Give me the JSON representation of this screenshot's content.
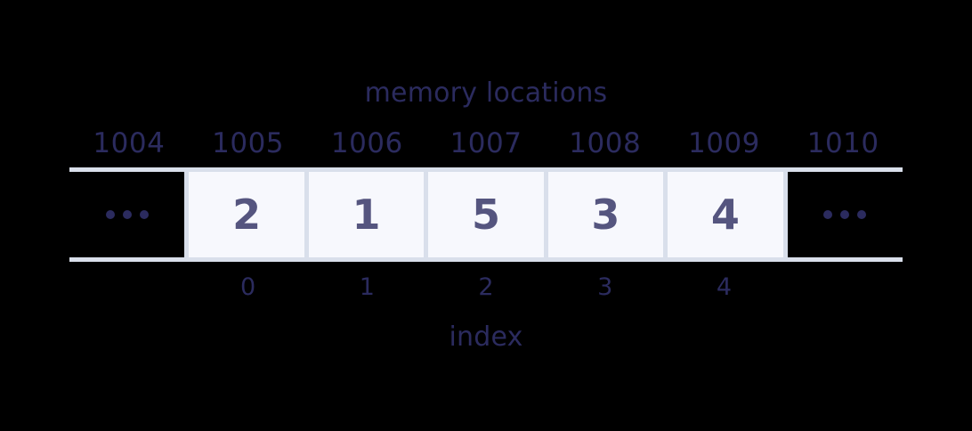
{
  "captions": {
    "top": "memory locations",
    "bottom": "index"
  },
  "colors": {
    "background": "#000000",
    "cell_fill": "#f7f8fd",
    "cell_border": "#d9dfeb",
    "value_text": "#55557f",
    "label_text": "#2b2b5e",
    "dot": "#2b2b5e"
  },
  "chart_data": {
    "type": "table",
    "title": "memory locations",
    "xlabel": "index",
    "columns": [
      {
        "address": "1004",
        "value": "…",
        "index": "",
        "kind": "ellipsis"
      },
      {
        "address": "1005",
        "value": "2",
        "index": "0",
        "kind": "value"
      },
      {
        "address": "1006",
        "value": "1",
        "index": "1",
        "kind": "value"
      },
      {
        "address": "1007",
        "value": "5",
        "index": "2",
        "kind": "value"
      },
      {
        "address": "1008",
        "value": "3",
        "index": "3",
        "kind": "value"
      },
      {
        "address": "1009",
        "value": "4",
        "index": "4",
        "kind": "value"
      },
      {
        "address": "1010",
        "value": "…",
        "index": "",
        "kind": "ellipsis"
      }
    ],
    "addresses": [
      "1004",
      "1005",
      "1006",
      "1007",
      "1008",
      "1009",
      "1010"
    ],
    "values": [
      "2",
      "1",
      "5",
      "3",
      "4"
    ],
    "indices": [
      "0",
      "1",
      "2",
      "3",
      "4"
    ]
  }
}
